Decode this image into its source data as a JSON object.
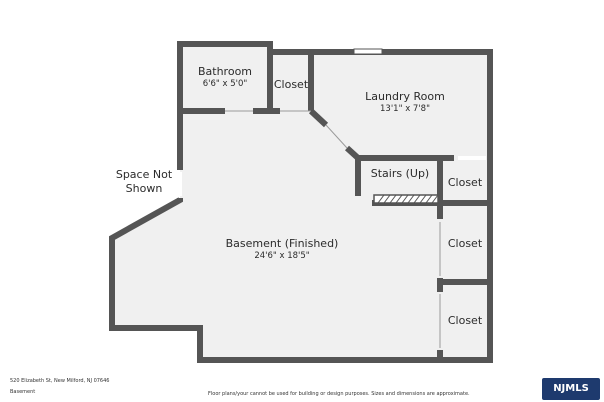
{
  "rooms": {
    "bathroom": {
      "name": "Bathroom",
      "dims": "6'6\" x 5'0\""
    },
    "closet_top": {
      "name": "Closet"
    },
    "laundry": {
      "name": "Laundry Room",
      "dims": "13'1\" x 7'8\""
    },
    "space_not_shown": {
      "line1": "Space Not",
      "line2": "Shown"
    },
    "stairs": {
      "name": "Stairs (Up)"
    },
    "closet_right_1": {
      "name": "Closet"
    },
    "closet_right_2": {
      "name": "Closet"
    },
    "closet_right_3": {
      "name": "Closet"
    },
    "basement": {
      "name": "Basement (Finished)",
      "dims": "24'6\" x 18'5\""
    }
  },
  "footer": {
    "address": "520 Elizabeth St, New Milford, NJ 07646",
    "level": "Basement",
    "disclaimer": "Floor plans/your cannot be used for building or design purposes. Sizes and dimensions are approximate."
  },
  "logo": {
    "text": "NJMLS"
  },
  "colors": {
    "wall": "#555555",
    "floor": "#f0f0f0",
    "text": "#2b2b2b",
    "logo_bg": "#1e3a6e"
  }
}
